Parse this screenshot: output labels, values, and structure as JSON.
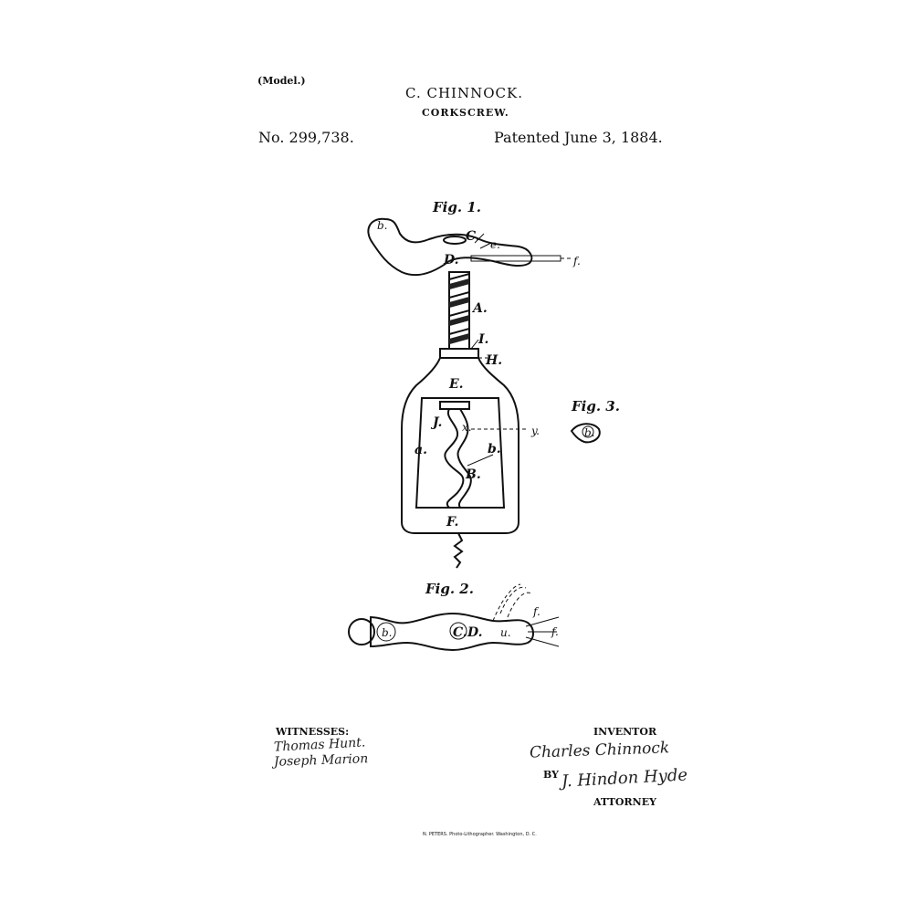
{
  "header": {
    "model": "(Model.)",
    "inventor": "C. CHINNOCK.",
    "title": "CORKSCREW.",
    "patent_number": "No. 299,738.",
    "patent_date": "Patented June 3, 1884."
  },
  "figures": {
    "fig1": "Fig. 1.",
    "fig2": "Fig. 2.",
    "fig3": "Fig. 3."
  },
  "labels": {
    "b_top": "b.",
    "c_cap": "C.",
    "e_small": "e.",
    "d_handle": "D.",
    "f_side": "f.",
    "a_screw": "A.",
    "i_ring": "I.",
    "h_ring": "H.",
    "e_frame": "E.",
    "j_plate": "J.",
    "x_point": "x.",
    "y_point": "y.",
    "a_side": "a.",
    "b_side": "b.",
    "b_screw": "B.",
    "f_base": "F.",
    "fig3_b": "b.",
    "fig2_b": "b.",
    "fig2_c": "C.",
    "fig2_d": "D.",
    "fig2_u": "u.",
    "fig2_f1": "f.",
    "fig2_f2": "f."
  },
  "footer": {
    "witnesses_label": "WITNESSES:",
    "witness_sig_1": "Thomas Hunt.",
    "witness_sig_2": "Joseph Marion",
    "inventor_label": "INVENTOR",
    "inventor_sig": "Charles Chinnock",
    "by_label": "BY",
    "attorney_sig": "J. Hindon Hyde",
    "attorney_label": "ATTORNEY",
    "printer": "N. PETERS. Photo-Lithographer. Washington, D. C."
  }
}
